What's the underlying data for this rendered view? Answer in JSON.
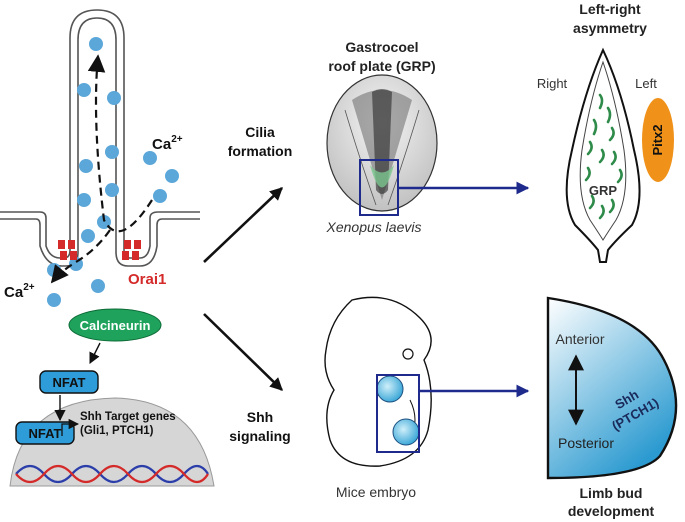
{
  "colors": {
    "calcium_dot": "#5BA7D9",
    "orai_channel": "#D42A2A",
    "calcineurin": "#1FA35C",
    "nfat": "#2E9CD8",
    "pitx2": "#F0921A",
    "grp_cilia": "#2E8B4A",
    "arrow_blue": "#1E2A8C",
    "nucleus": "#D6D6D6",
    "limb_gradient_top": "#FFFFFF",
    "limb_gradient_bottom": "#2B9AD0"
  },
  "cell": {
    "ca_top_label": "Ca",
    "ca_top_sup": "2+",
    "ca_bottom_label": "Ca",
    "ca_bottom_sup": "2+",
    "orai_label": "Orai1",
    "calcineurin_label": "Calcineurin",
    "nfat_cyto_label": "NFAT",
    "nfat_nuclear_label": "NFAT",
    "target_genes_line1": "Shh Target genes",
    "target_genes_line2": "(Gli1, PTCH1)"
  },
  "pathways": {
    "cilia_line1": "Cilia",
    "cilia_line2": "formation",
    "shh_line1": "Shh",
    "shh_line2": "signaling"
  },
  "xenopus": {
    "title_line1": "Gastrocoel",
    "title_line2": "roof plate (GRP)",
    "species": "Xenopus laevis"
  },
  "asymmetry": {
    "title_line1": "Left-right",
    "title_line2": "asymmetry",
    "right_label": "Right",
    "left_label": "Left",
    "grp_label": "GRP",
    "pitx2_label": "Pitx2"
  },
  "mouse": {
    "caption": "Mice embryo"
  },
  "limb": {
    "anterior": "Anterior",
    "posterior": "Posterior",
    "shh_line1": "Shh",
    "shh_line2": "(PTCH1)",
    "title_line1": "Limb bud",
    "title_line2": "development"
  }
}
